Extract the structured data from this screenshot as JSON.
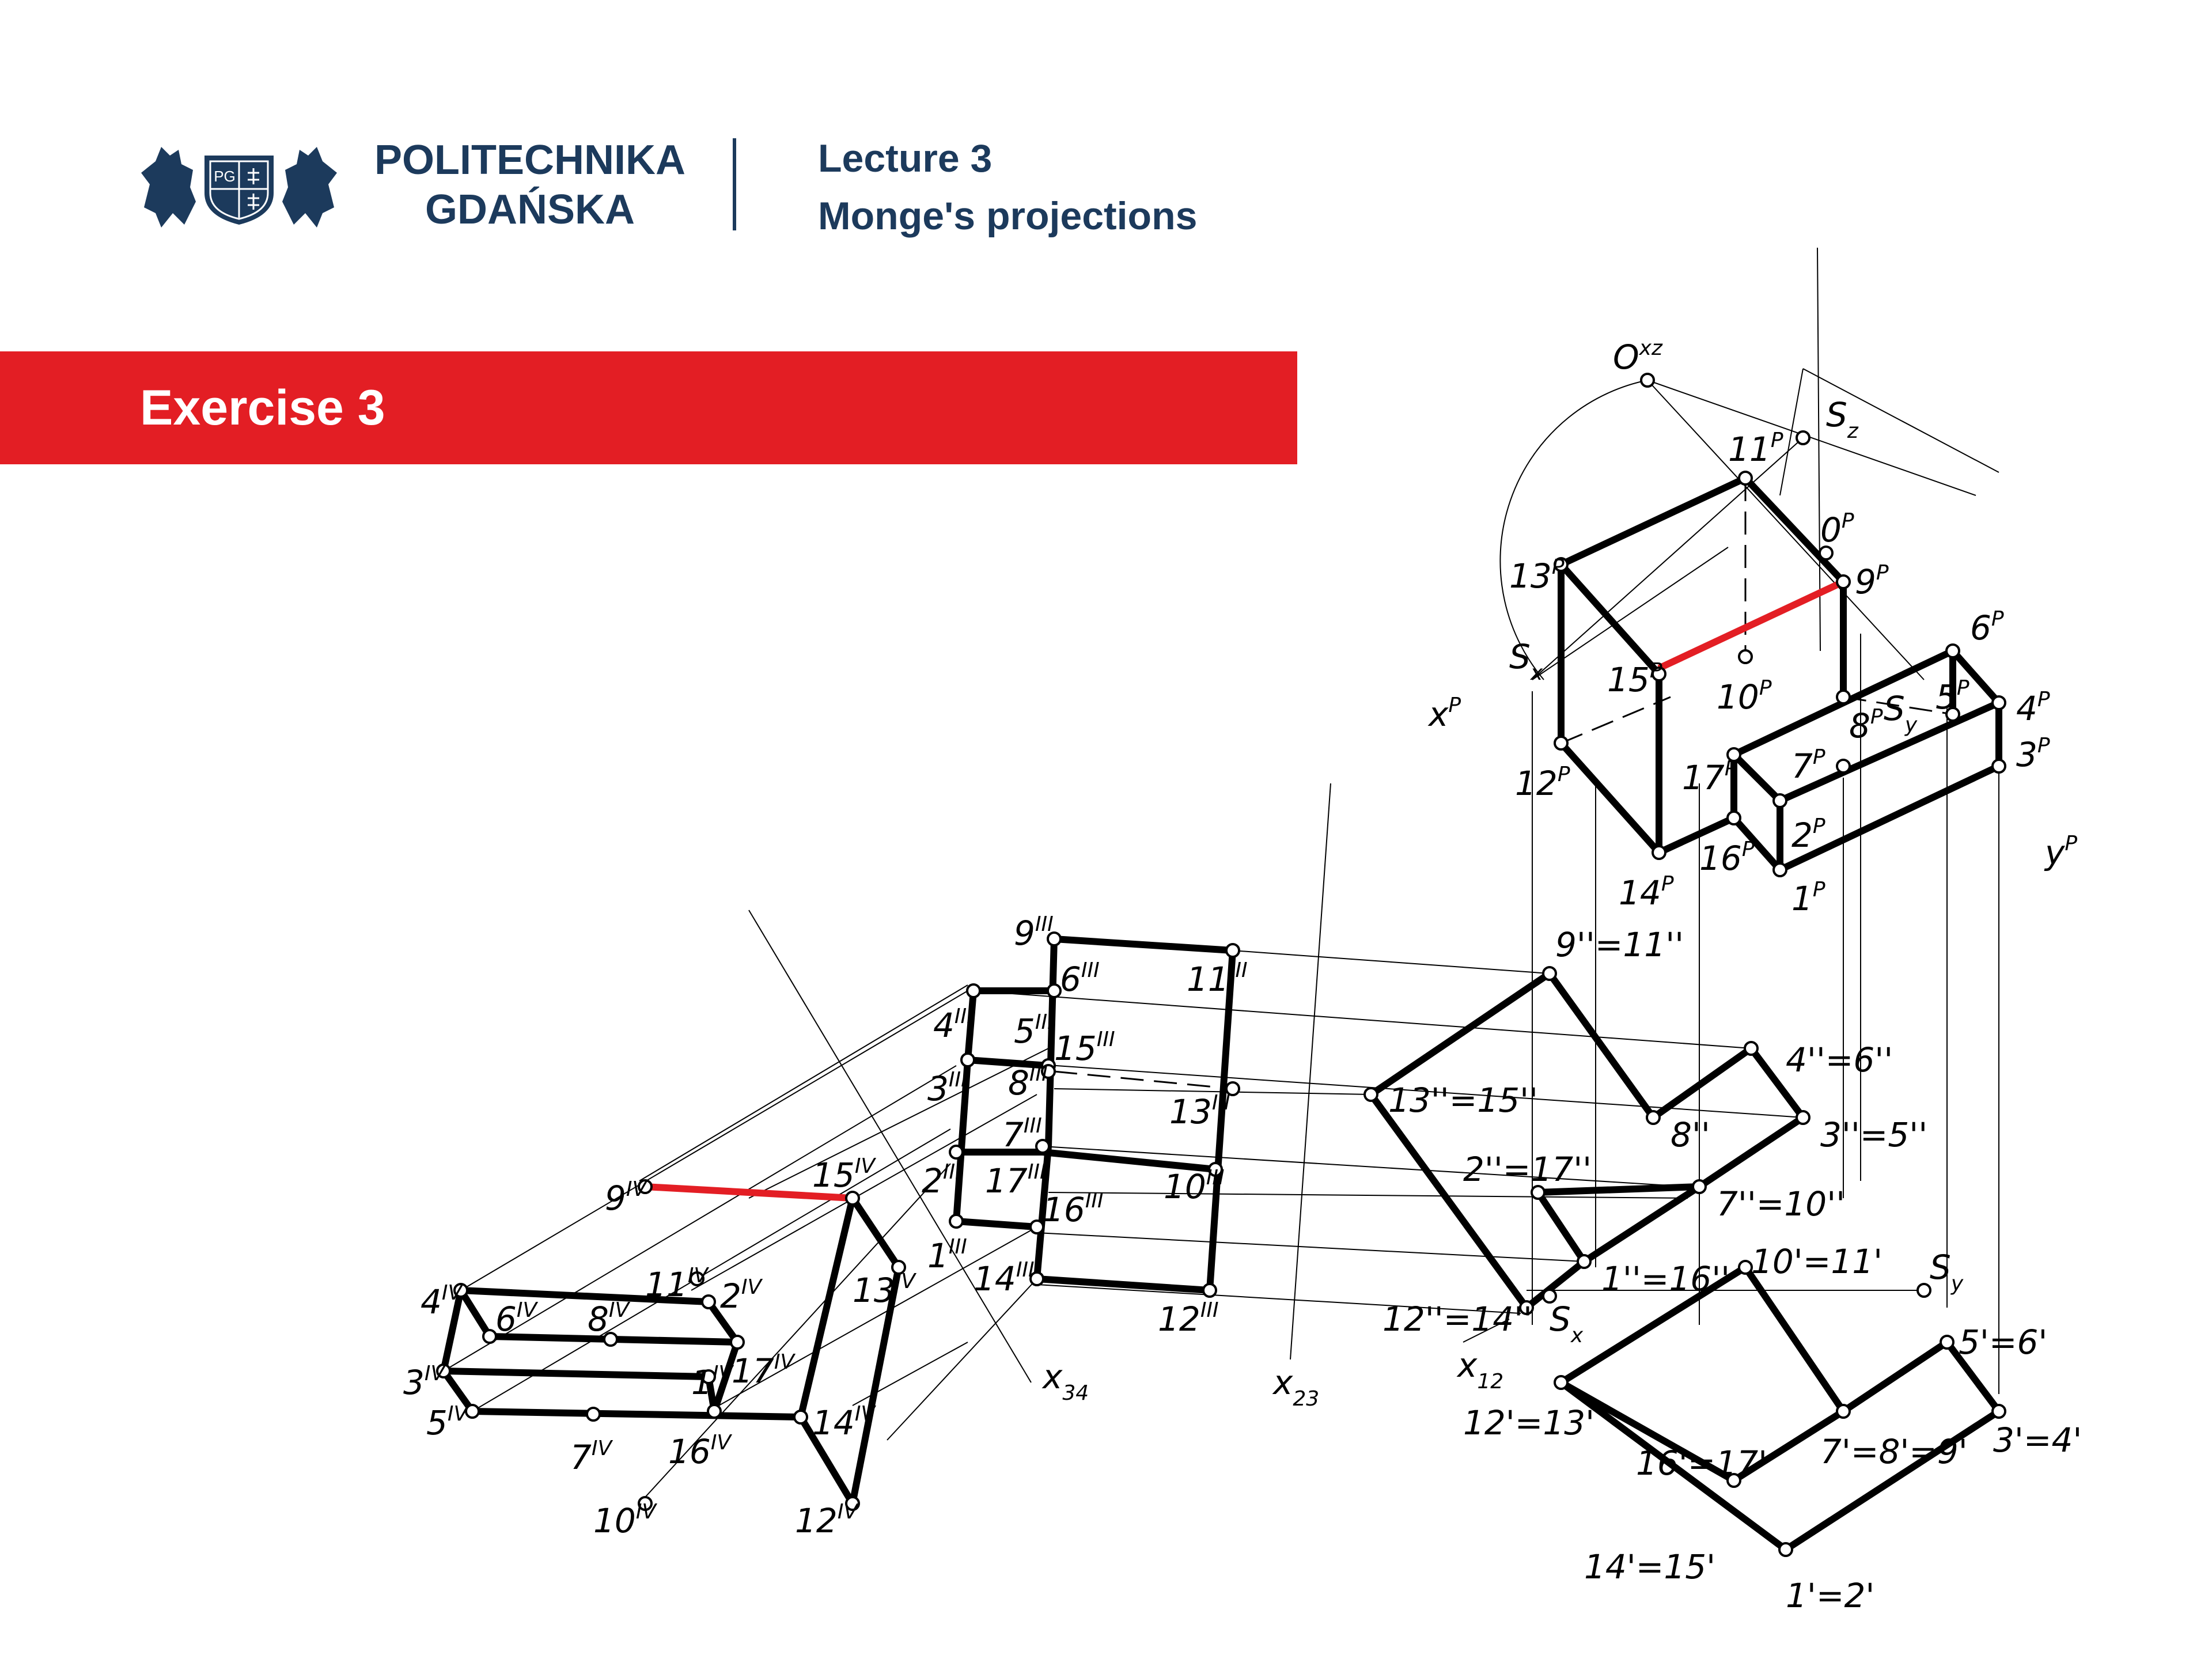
{
  "header": {
    "logo_line1": "POLITECHNIKA",
    "logo_line2": "GDAŃSKA",
    "emblem_letters": "PG",
    "lecture": "Lecture 3",
    "topic": "Monge's projections"
  },
  "banner": {
    "title": "Exercise 3",
    "color": "#e31e24"
  },
  "colors": {
    "brand_blue": "#1c3a5c",
    "highlight_red": "#e31e24"
  },
  "labels": {
    "oxz": "O",
    "oxz_sup": "xz",
    "axes": [
      "x",
      "y",
      "x",
      "x",
      "x"
    ],
    "axes_sub": [
      "P",
      "P",
      "12",
      "23",
      "34"
    ]
  },
  "points_p": [
    "11",
    "13",
    "9",
    "0",
    "15",
    "10",
    "6",
    "5",
    "4",
    "3",
    "8",
    "7",
    "12",
    "17",
    "2",
    "16",
    "14",
    "1"
  ],
  "points_p_sup": "P",
  "points_front": [
    "9''=11''",
    "4''=6''",
    "13''=15''",
    "8''",
    "3''=5''",
    "2''=17''",
    "7''=10''",
    "1''=16''",
    "12''=14''"
  ],
  "points_top": [
    "10'=11'",
    "5'=6'",
    "12'=13'",
    "7'=8'=9'",
    "3'=4'",
    "16'=17'",
    "14'=15'",
    "1'=2'"
  ],
  "points_side3": [
    "9",
    "6",
    "11",
    "4",
    "5",
    "15",
    "3",
    "8",
    "13",
    "7",
    "17",
    "10",
    "2",
    "16",
    "1",
    "14",
    "12"
  ],
  "points_side3_sup": "III",
  "points_side4": [
    "9",
    "15",
    "11",
    "2",
    "4",
    "6",
    "8",
    "13",
    "3",
    "1",
    "17",
    "5",
    "7",
    "16",
    "14",
    "10",
    "12"
  ],
  "points_side4_sup": "IV",
  "vanishing": [
    "S",
    "S",
    "S",
    "S",
    "S"
  ],
  "vanishing_sub": [
    "x",
    "y",
    "z",
    "x",
    "y"
  ]
}
